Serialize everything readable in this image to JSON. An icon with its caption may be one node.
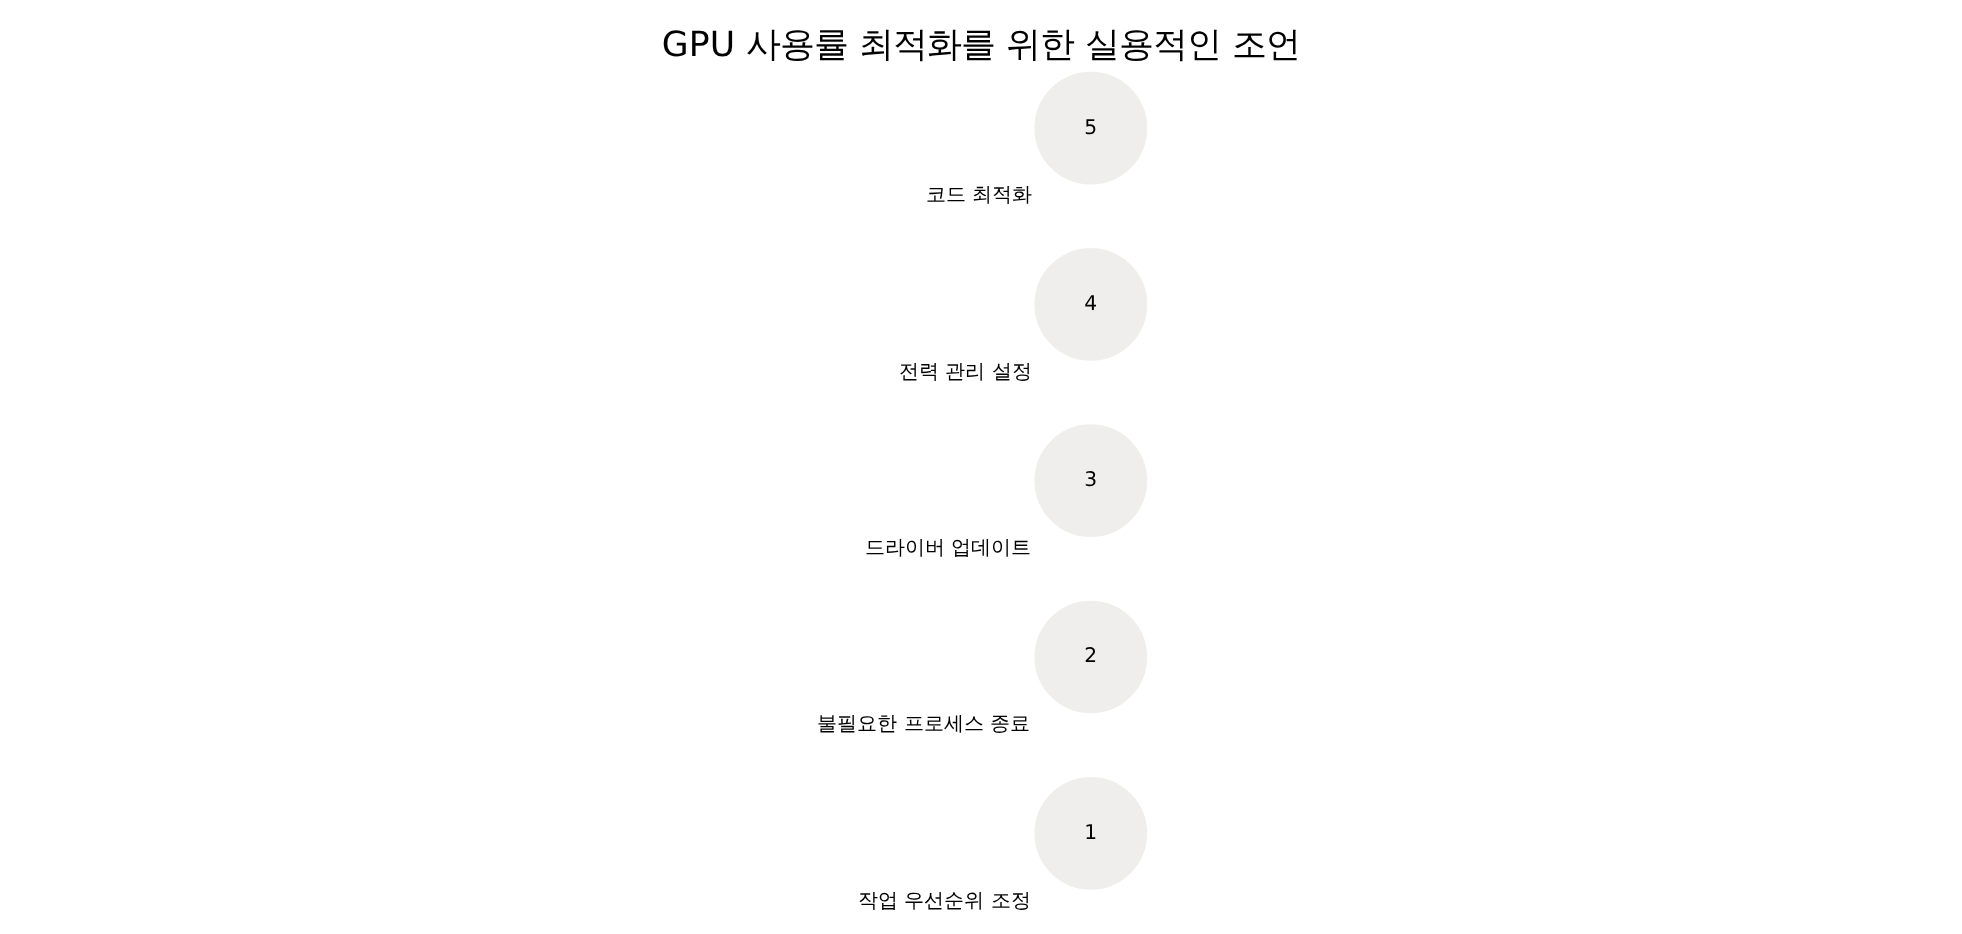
{
  "diagram": {
    "title": "GPU 사용률 최적화를 위한 실용적인 조언",
    "nodes": [
      {
        "text": [
          "1"
        ],
        "beside": [
          "작업 우선순위 조정"
        ]
      },
      {
        "text": [
          "2"
        ],
        "beside": [
          "불필요한 프로세스 종료"
        ]
      },
      {
        "text": [
          "3"
        ],
        "beside": [
          "드라이버 업데이트"
        ]
      },
      {
        "text": [
          "4"
        ],
        "beside": [
          "전력 관리 설정"
        ]
      },
      {
        "text": [
          "5"
        ],
        "beside": [
          "코드 최적화"
        ]
      }
    ]
  }
}
